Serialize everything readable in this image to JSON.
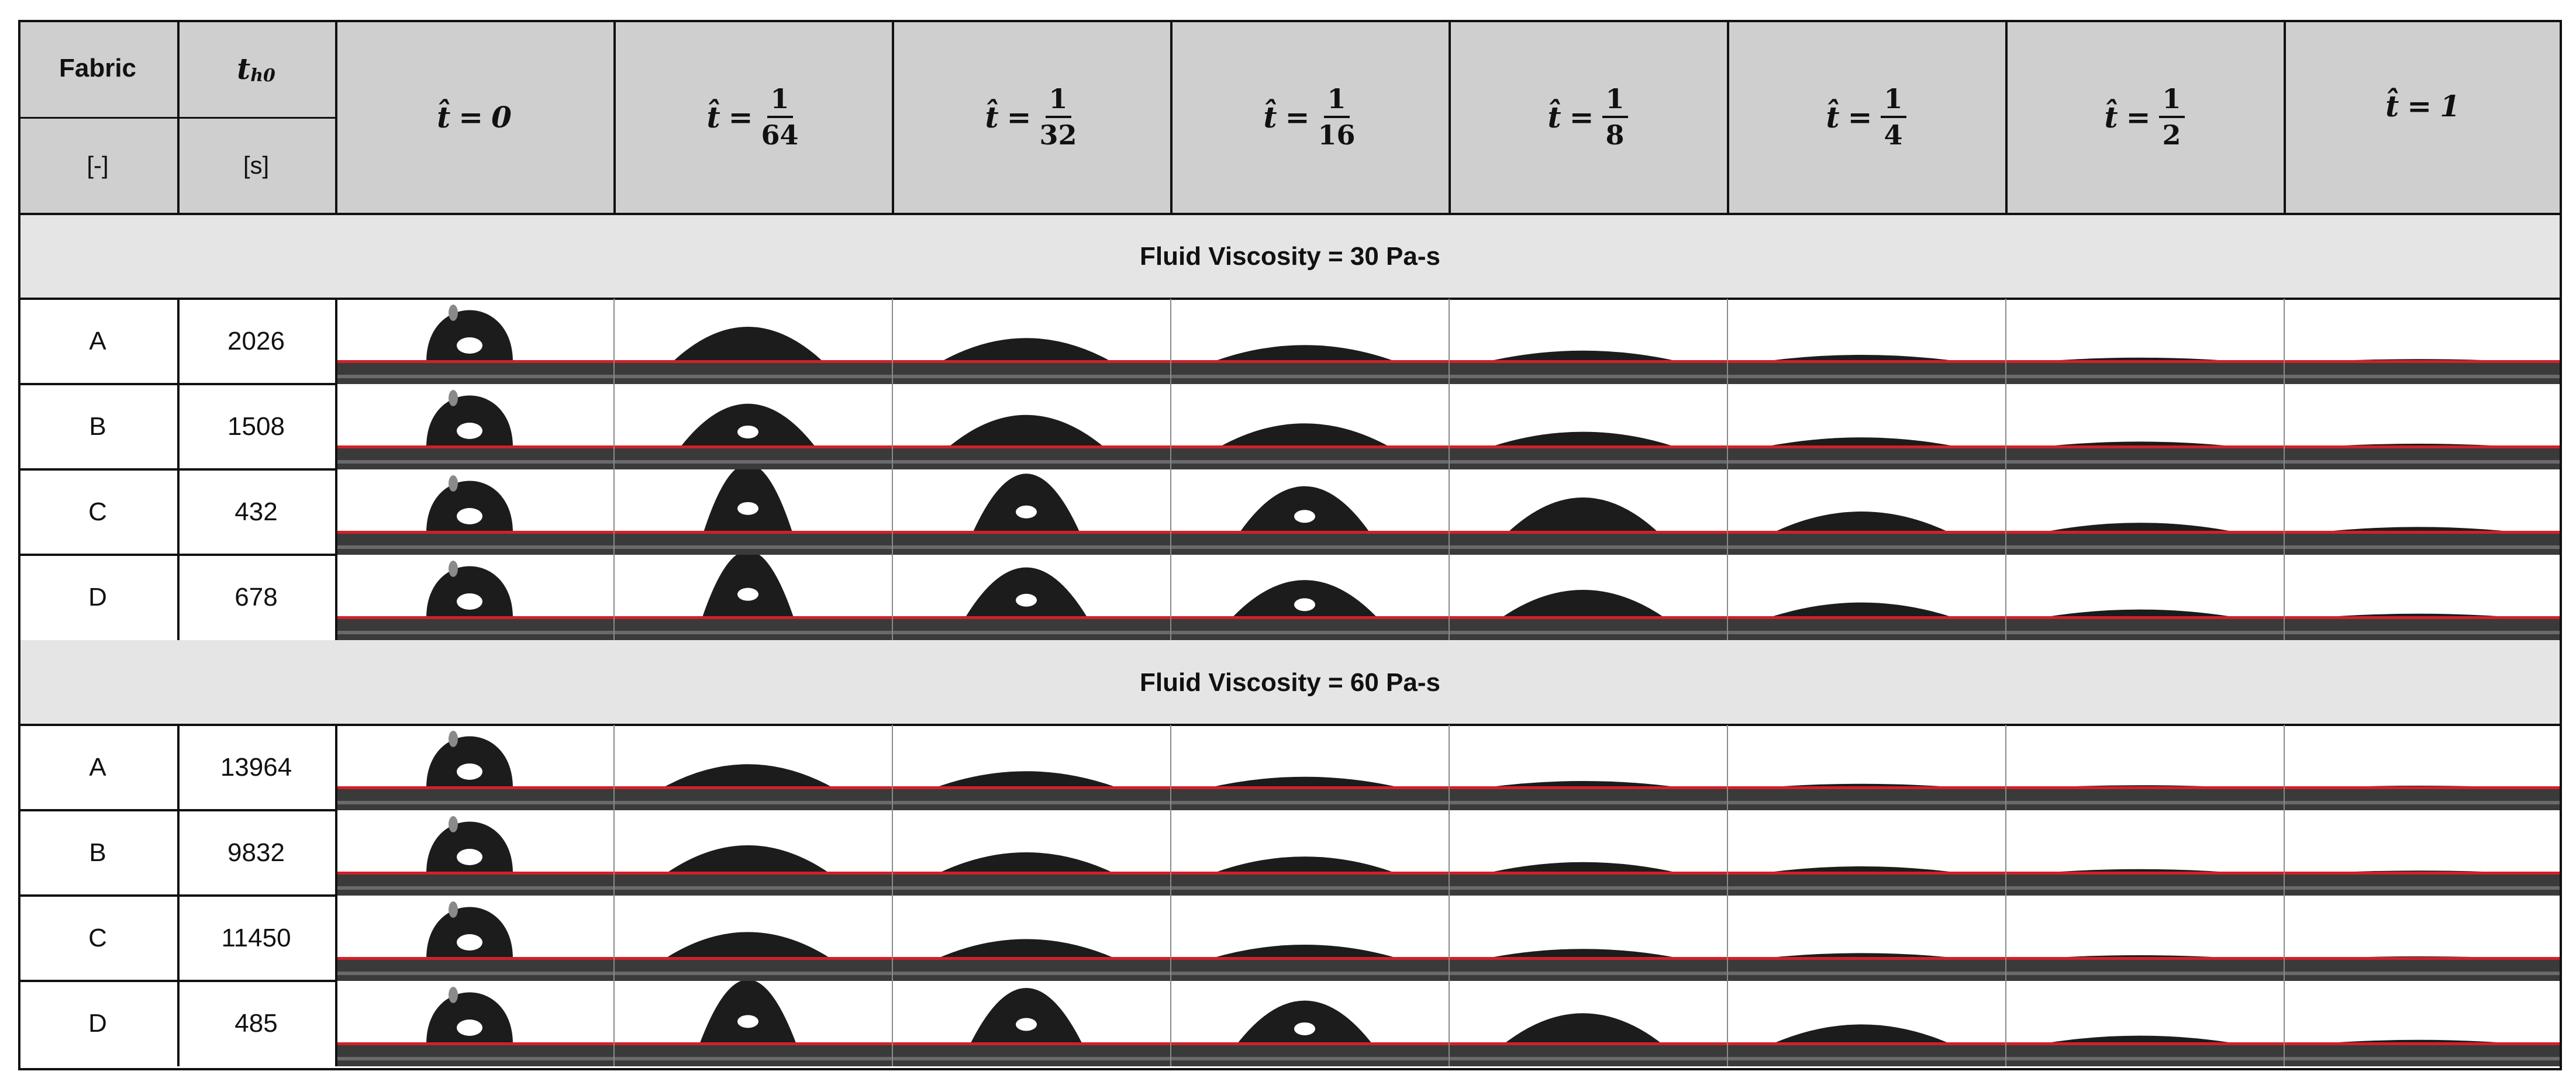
{
  "header": {
    "fabric_label": "Fabric",
    "fabric_unit": "[-]",
    "th0_base": "t",
    "th0_sub": "h0",
    "th0_unit": "[s]",
    "that_symbol": "t̂",
    "equals": "=",
    "time_columns": [
      {
        "int": "0"
      },
      {
        "num": "1",
        "den": "64"
      },
      {
        "num": "1",
        "den": "32"
      },
      {
        "num": "1",
        "den": "16"
      },
      {
        "num": "1",
        "den": "8"
      },
      {
        "num": "1",
        "den": "4"
      },
      {
        "num": "1",
        "den": "2"
      },
      {
        "int": "1"
      }
    ]
  },
  "groups": [
    {
      "title": "Fluid Viscosity = 30 Pa-s",
      "rows": [
        {
          "fabric": "A",
          "th0": "2026",
          "drops": [
            1,
            0.5,
            0.34,
            0.24,
            0.16,
            0.1,
            0.06,
            0.04
          ]
        },
        {
          "fabric": "B",
          "th0": "1508",
          "drops": [
            1,
            0.62,
            0.46,
            0.34,
            0.22,
            0.14,
            0.08,
            0.05
          ]
        },
        {
          "fabric": "C",
          "th0": "432",
          "drops": [
            1,
            0.98,
            0.84,
            0.66,
            0.5,
            0.3,
            0.14,
            0.08
          ]
        },
        {
          "fabric": "D",
          "th0": "678",
          "drops": [
            1,
            0.96,
            0.72,
            0.54,
            0.4,
            0.22,
            0.12,
            0.06
          ]
        }
      ]
    },
    {
      "title": "Fluid Viscosity = 60 Pa-s",
      "rows": [
        {
          "fabric": "A",
          "th0": "13964",
          "drops": [
            1,
            0.34,
            0.24,
            0.16,
            0.1,
            0.06,
            0.04,
            0.03
          ]
        },
        {
          "fabric": "B",
          "th0": "9832",
          "drops": [
            1,
            0.4,
            0.3,
            0.24,
            0.16,
            0.1,
            0.06,
            0.04
          ]
        },
        {
          "fabric": "C",
          "th0": "11450",
          "drops": [
            1,
            0.38,
            0.28,
            0.2,
            0.14,
            0.08,
            0.05,
            0.03
          ]
        },
        {
          "fabric": "D",
          "th0": "485",
          "drops": [
            1,
            0.92,
            0.8,
            0.62,
            0.44,
            0.28,
            0.12,
            0.06
          ]
        }
      ]
    }
  ],
  "colors": {
    "header_bg": "#d0cfd0",
    "band_bg": "#e6e5e6",
    "substrate": "#3a3a3a",
    "droplet": "#1c1c1c",
    "baseline_red": "#d2202a"
  }
}
